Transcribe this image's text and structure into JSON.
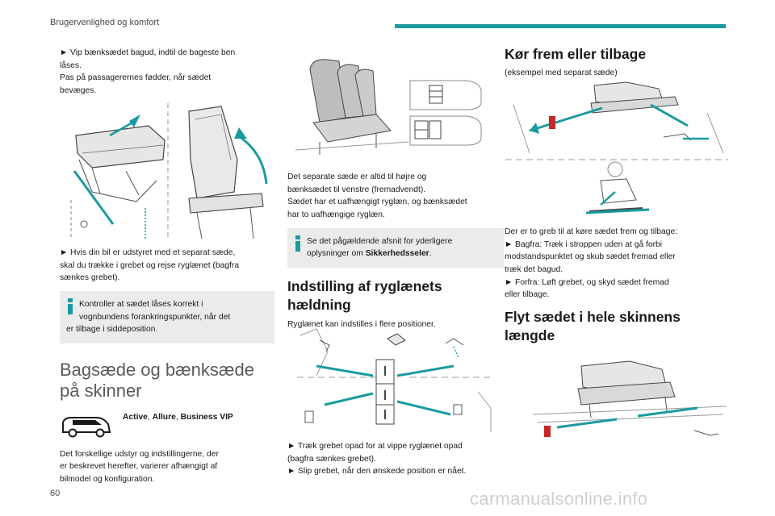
{
  "header": {
    "section_title": "Brugervenlighed og komfort"
  },
  "colors": {
    "accent": "#1a9aa0",
    "note_bg": "#ebebeb",
    "seat_red": "#c62828"
  },
  "col1": {
    "p1": [
      "► Vip bænksædet bagud, indtil de bageste ben",
      "låses.",
      "Pas på passagerernes fødder, når sædet",
      "bevæges."
    ],
    "p2": [
      "► Hvis din bil er udstyret med et separat sæde,",
      "skal du trække i grebet og rejse ryglænet (bagfra",
      "sænkes grebet)."
    ],
    "note": [
      "Kontroller at sædet låses korrekt i",
      "vognbundens forankringspunkter, når det",
      "er tilbage i siddeposition."
    ],
    "heading": [
      "Bagsæde og bænksæde",
      "på skinner"
    ],
    "versions": {
      "a": "Active",
      "sep1": ", ",
      "b": "Allure",
      "sep2": ", ",
      "c": "Business VIP"
    },
    "p3": [
      "Det forskellige udstyr og indstillingerne, der",
      "er beskrevet herefter, varierer afhængigt af",
      "bilmodel og konfiguration."
    ]
  },
  "col2": {
    "p1": [
      "Det separate sæde er altid til højre og",
      "bænksædet til venstre (fremadvendt).",
      "Sædet har et uafhængigt ryglæn, og bænksædet",
      "har to uafhængige ryglæn."
    ],
    "note": {
      "line1": "Se det pågældende afsnit for yderligere",
      "line2_prefix": "oplysninger om ",
      "line2_bold": "Sikkerhedsseler",
      "line2_suffix": "."
    },
    "heading": [
      "Indstilling af ryglænets",
      "hældning"
    ],
    "p2": "Ryglænet kan indstilles i flere positioner.",
    "p3": [
      "► Træk grebet opad for at vippe ryglænet opad",
      "(bagfra sænkes grebet).",
      "► Slip grebet, når den ønskede position er nået."
    ]
  },
  "col3": {
    "heading1": "Kør frem eller tilbage",
    "sub": "(eksempel med separat sæde)",
    "p1": [
      "Der er to greb til at køre sædet frem og tilbage:",
      "► Bagfra: Træk i stroppen uden at gå forbi",
      "modstandspunktet og skub sædet fremad eller",
      "træk det bagud.",
      "► Forfra: Løft grebet, og skyd sædet fremad",
      "eller tilbage."
    ],
    "heading2": [
      "Flyt sædet i hele skinnens",
      "længde"
    ]
  },
  "footer": {
    "page_number": "60",
    "watermark": "carmanualsonline.info"
  }
}
